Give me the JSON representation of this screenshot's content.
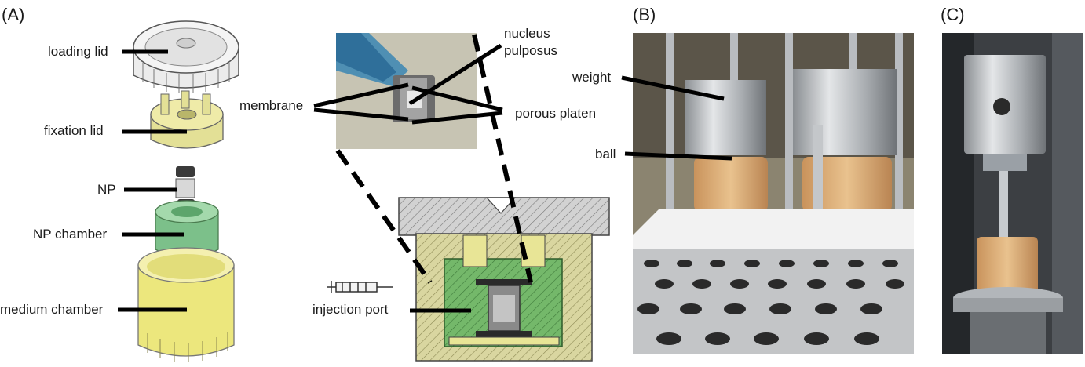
{
  "panels": {
    "a": "(A)",
    "b": "(B)",
    "c": "(C)"
  },
  "labels": {
    "loading_lid": "loading lid",
    "fixation_lid": "fixation lid",
    "np": "NP",
    "np_chamber": "NP chamber",
    "medium_chamber": "medium chamber",
    "membrane": "membrane",
    "nucleus": "nucleus",
    "pulposus": "pulposus",
    "porous_platen": "porous platen",
    "injection_port": "injection port",
    "weight": "weight",
    "ball": "ball"
  },
  "colors": {
    "yellow_part": "#e6e39a",
    "green_part": "#6fbf73",
    "gray_part": "#c9c9c9",
    "steel": "#b8bcc0",
    "photo_bg": "#c9c7b8"
  }
}
